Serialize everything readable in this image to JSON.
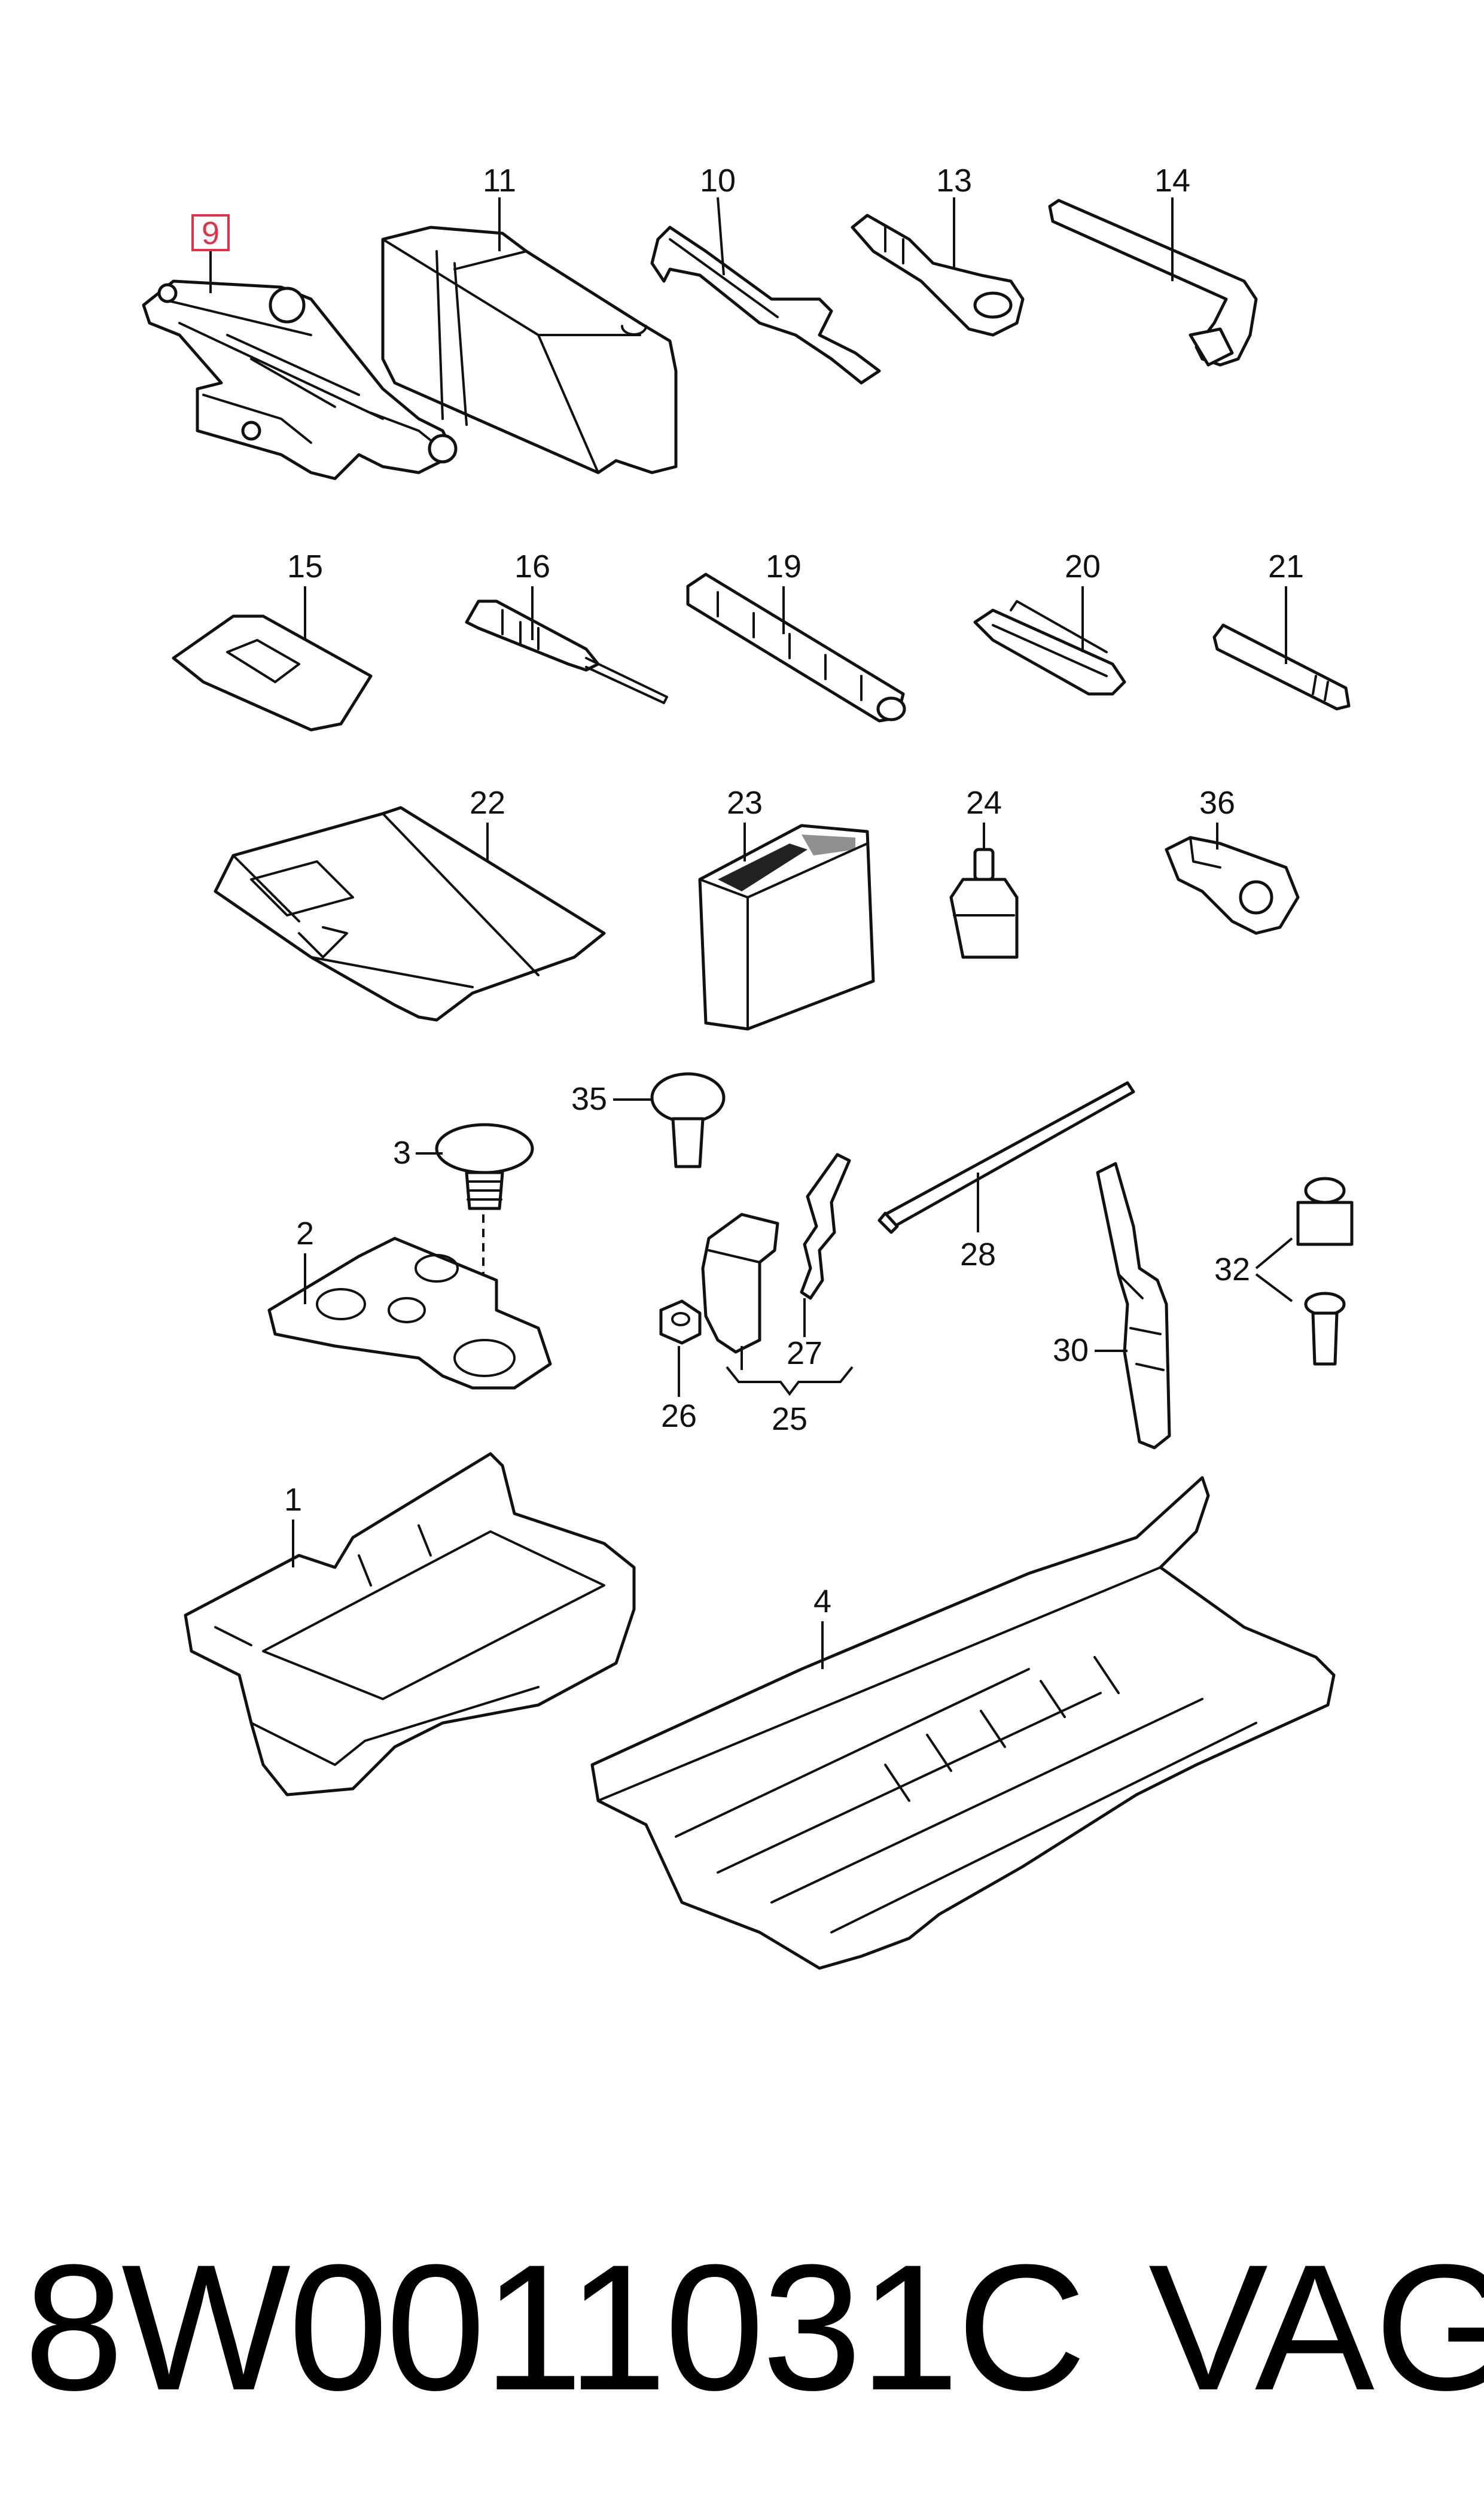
{
  "diagram": {
    "callouts": {
      "c1": "1",
      "c2": "2",
      "c3": "3",
      "c4": "4",
      "c9": "9",
      "c10": "10",
      "c11": "11",
      "c13": "13",
      "c14": "14",
      "c15": "15",
      "c16": "16",
      "c19": "19",
      "c20": "20",
      "c21": "21",
      "c22": "22",
      "c23": "23",
      "c24": "24",
      "c25": "25",
      "c26": "26",
      "c27": "27",
      "c28": "28",
      "c30": "30",
      "c32": "32",
      "c35": "35",
      "c36": "36"
    },
    "highlighted_callout": "9",
    "highlight_color": "#e0314b"
  },
  "footer": {
    "part_number": "8W0011031C",
    "brand": "VAG"
  }
}
